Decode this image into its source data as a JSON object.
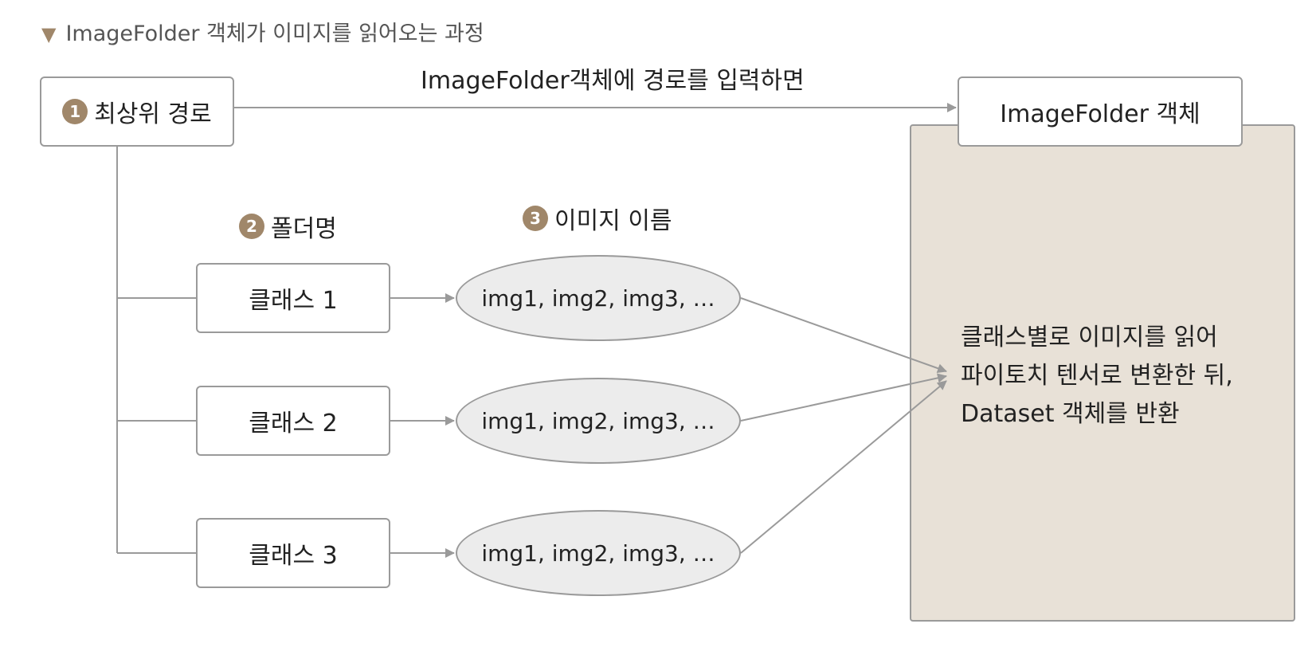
{
  "caption": {
    "marker": "▼",
    "text": "ImageFolder 객체가 이미지를 읽어오는 과정"
  },
  "root": {
    "number": "1",
    "label": "최상위 경로"
  },
  "arrow_label": "ImageFolder객체에 경로를 입력하면",
  "image_folder": {
    "label": "ImageFolder 객체"
  },
  "folder_heading": {
    "number": "2",
    "label": "폴더명"
  },
  "image_heading": {
    "number": "3",
    "label": "이미지 이름"
  },
  "classes": [
    {
      "label": "클래스 1",
      "images": "img1, img2, img3, …"
    },
    {
      "label": "클래스 2",
      "images": "img1, img2, img3, …"
    },
    {
      "label": "클래스 3",
      "images": "img1, img2, img3, …"
    }
  ],
  "result_text": {
    "line1": "클래스별로 이미지를 읽어",
    "line2": "파이토치 텐서로 변환한 뒤,",
    "line3": "Dataset 객체를 반환"
  },
  "colors": {
    "accent": "#a0876a",
    "panel_fill": "#e8e1d7",
    "ellipse_fill": "#ececec",
    "line": "#9a9a9a"
  }
}
